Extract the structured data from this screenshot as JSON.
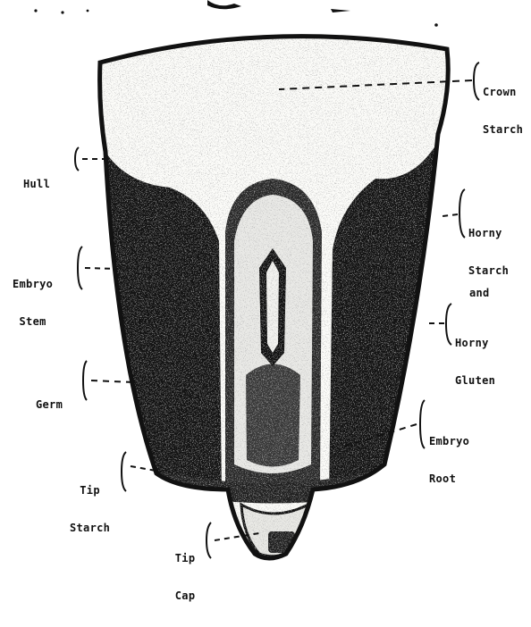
{
  "diagram": {
    "type": "cross-section illustration",
    "subject": "kernel cross-section",
    "labels": {
      "crown_starch": [
        "Crown",
        "Starch"
      ],
      "hull": [
        "Hull"
      ],
      "horny_starch": [
        "Horny",
        "Starch"
      ],
      "and": "and",
      "horny_gluten": [
        "Horny",
        "Gluten"
      ],
      "embryo_stem": [
        "Embryo",
        "Stem"
      ],
      "germ": [
        "Germ"
      ],
      "embryo_root": [
        "Embryo",
        "Root"
      ],
      "tip_starch": [
        "Tip",
        "Starch"
      ],
      "tip_cap": [
        "Tip",
        "Cap"
      ]
    },
    "colors": {
      "ink": "#111111",
      "paper": "#ffffff",
      "shading": "#1a1a1a"
    }
  }
}
